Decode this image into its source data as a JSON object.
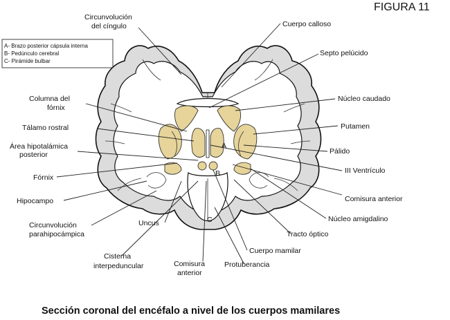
{
  "figure_label": "FIGURA 11",
  "caption": "Sección coronal del encéfalo a nivel de los cuerpos mamilares",
  "legend": [
    "A- Brazo posterior cápsula interna",
    "B- Pedúnculo cerebral",
    "C- Pirámide bulbar"
  ],
  "markers": [
    "A",
    "B",
    "C"
  ],
  "labels": {
    "circunvolucion_cingulo": [
      "Circunvolución",
      "del cíngulo"
    ],
    "cuerpo_calloso": "Cuerpo calloso",
    "septo_pelucido": "Septo pelúcido",
    "nucleo_caudado": "Núcleo caudado",
    "putamen": "Putamen",
    "palido": "Pálido",
    "iii_ventriculo": "III Ventrículo",
    "comisura_anterior_right": "Comisura anterior",
    "nucleo_amigdalino": "Núcleo amigdalino",
    "tracto_optico": "Tracto óptico",
    "cuerpo_mamilar": "Cuerpo mamilar",
    "protuberancia": "Protuberancia",
    "comisura_anterior_bottom": [
      "Comisura",
      "anterior"
    ],
    "cisterna_interpeduncular": [
      "Cisterna",
      "interpeduncular"
    ],
    "circunvolucion_parahipocampica": [
      "Circunvolución",
      "parahipocámpica"
    ],
    "uncus": "Uncus",
    "hipocampo": "Hipocampo",
    "fornix": "Fórnix",
    "area_hipotalamica": [
      "Área hipotalámica",
      "posterior"
    ],
    "talamo_rostral": "Tálamo rostral",
    "columna_fornix": [
      "Columna del",
      "fórnix"
    ]
  },
  "colors": {
    "gray_matter": "#dcdcdc",
    "nuclei_highlight": "#e6d49a",
    "outline": "#111111"
  }
}
